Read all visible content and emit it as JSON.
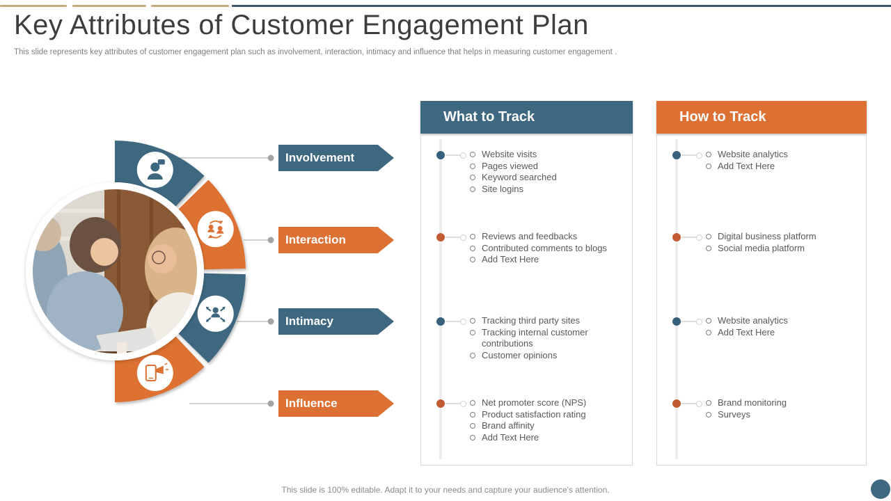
{
  "slide": {
    "title": "Key Attributes of Customer Engagement Plan",
    "subtitle": "This slide represents key attributes of customer engagement plan such as involvement, interaction, intimacy and influence that helps in measuring customer engagement .",
    "footer": "This slide is 100% editable. Adapt it to your needs and capture your audience's attention."
  },
  "colors": {
    "blue": "#3E6780",
    "orange": "#DD7133",
    "tan_accent": "#C9A87C",
    "topbar_line": "#41586B",
    "list_text": "#595959",
    "panel_border": "#D9D9D9"
  },
  "attributes": [
    {
      "label": "Involvement",
      "color": "blue",
      "icon": "user-icon"
    },
    {
      "label": "Interaction",
      "color": "orange",
      "icon": "people-sync-icon"
    },
    {
      "label": "Intimacy",
      "color": "blue",
      "icon": "person-influence-icon"
    },
    {
      "label": "Influence",
      "color": "orange",
      "icon": "mobile-megaphone-icon"
    }
  ],
  "what_to_track": {
    "header": "What to Track",
    "groups": [
      {
        "dot": "blue",
        "items": [
          "Website visits",
          "Pages viewed",
          "Keyword searched",
          "Site logins"
        ]
      },
      {
        "dot": "orange",
        "items": [
          "Reviews and feedbacks",
          "Contributed comments to blogs",
          "Add Text Here"
        ]
      },
      {
        "dot": "blue",
        "items": [
          "Tracking third party sites",
          "Tracking internal customer contributions",
          "Customer opinions"
        ]
      },
      {
        "dot": "orange",
        "items": [
          "Net promoter score (NPS)",
          "Product satisfaction rating",
          "Brand affinity",
          "Add Text Here"
        ]
      }
    ]
  },
  "how_to_track": {
    "header": "How to Track",
    "groups": [
      {
        "dot": "blue",
        "items": [
          "Website analytics",
          "Add Text Here"
        ]
      },
      {
        "dot": "orange",
        "items": [
          "Digital business platform",
          "Social media platform"
        ]
      },
      {
        "dot": "blue",
        "items": [
          "Website analytics",
          "Add Text Here"
        ]
      },
      {
        "dot": "orange",
        "items": [
          "Brand monitoring",
          "Surveys"
        ]
      }
    ]
  }
}
